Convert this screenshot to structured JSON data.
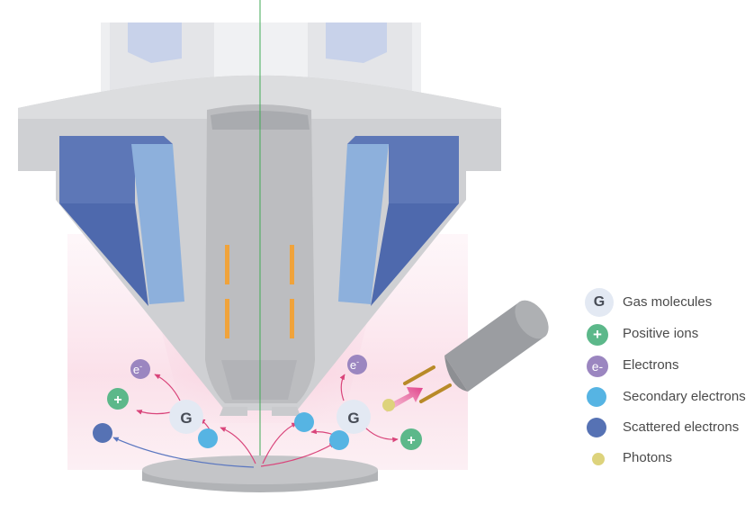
{
  "diagram": {
    "labels": {
      "gas": "G",
      "ion": "+",
      "electron": "e",
      "electron_sup": "-"
    },
    "legend": [
      {
        "key": "gas",
        "marker_text": "G",
        "label": "Gas molecules"
      },
      {
        "key": "ion",
        "marker_text": "+",
        "label": "Positive ions"
      },
      {
        "key": "electron",
        "marker_text": "e-",
        "label": "Electrons"
      },
      {
        "key": "secondary",
        "marker_text": "",
        "label": "Secondary electrons"
      },
      {
        "key": "scattered",
        "marker_text": "",
        "label": "Scattered electrons"
      },
      {
        "key": "photon",
        "marker_text": "",
        "label": " Photons"
      }
    ],
    "colors": {
      "gas": "#e3e9f3",
      "positive_ion": "#5cb88a",
      "electron": "#9b86c0",
      "secondary_electron": "#56b4e3",
      "scattered_electron": "#5672b4",
      "photon": "#ddd37c",
      "arrow": "#d9447a",
      "scatter_arrow": "#5b77c0",
      "beam": "#3faa55",
      "pole_piece": "#cfd0d3",
      "coil_dark": "#5d77b7",
      "coil_light": "#8db0dc",
      "aperture": "#f0a33b",
      "glow": "#f7c7d8"
    }
  }
}
